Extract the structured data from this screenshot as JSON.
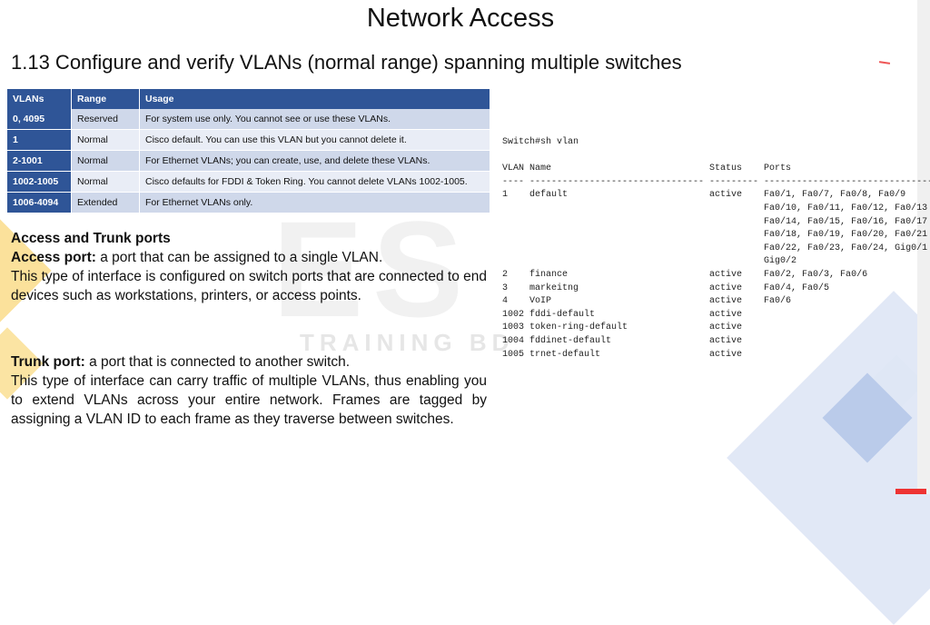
{
  "title": "Network Access",
  "section": "1.13 Configure and verify VLANs (normal range) spanning multiple switches",
  "table": {
    "headers": [
      "VLANs",
      "Range",
      "Usage"
    ],
    "rows": [
      [
        "0, 4095",
        "Reserved",
        "For system use only. You cannot see or use these VLANs."
      ],
      [
        "1",
        "Normal",
        "Cisco default. You can use this VLAN but you cannot delete it."
      ],
      [
        "2-1001",
        "Normal",
        "For Ethernet VLANs; you can create, use, and delete these VLANs."
      ],
      [
        "1002-1005",
        "Normal",
        "Cisco defaults for FDDI & Token Ring. You cannot delete VLANs 1002-1005."
      ],
      [
        "1006-4094",
        "Extended",
        "For Ethernet VLANs only."
      ]
    ]
  },
  "text": {
    "heading": "Access and Trunk ports",
    "access_label": "Access port:",
    "access_def": " a port that can be assigned to a single VLAN.",
    "access_desc": "This type of interface is configured on switch ports that are connected to end devices such as workstations, printers, or access points.",
    "trunk_label": "Trunk port:",
    "trunk_def": " a port that is connected to another switch.",
    "trunk_desc": "This type of interface can carry traffic of multiple VLANs, thus enabling you to extend VLANs across your entire network. Frames are tagged by assigning a VLAN ID to each frame as they traverse between switches."
  },
  "cli": {
    "prompt": "Switch#sh vlan",
    "header": "VLAN Name                             Status    Ports",
    "separator": "---- -------------------------------- --------- -------------------------------",
    "lines": [
      "1    default                          active    Fa0/1, Fa0/7, Fa0/8, Fa0/9",
      "                                                Fa0/10, Fa0/11, Fa0/12, Fa0/13",
      "                                                Fa0/14, Fa0/15, Fa0/16, Fa0/17",
      "                                                Fa0/18, Fa0/19, Fa0/20, Fa0/21",
      "                                                Fa0/22, Fa0/23, Fa0/24, Gig0/1",
      "                                                Gig0/2",
      "2    finance                          active    Fa0/2, Fa0/3, Fa0/6",
      "3    markeitng                        active    Fa0/4, Fa0/5",
      "4    VoIP                             active    Fa0/6",
      "1002 fddi-default                     active",
      "1003 token-ring-default               active",
      "1004 fddinet-default                  active",
      "1005 trnet-default                    active"
    ]
  },
  "watermark": "TRAINING BD",
  "watermark_big": "ES",
  "colors": {
    "table_header": "#2f5597",
    "row_light": "#e9edf6",
    "row_mid": "#cfd8ea"
  }
}
